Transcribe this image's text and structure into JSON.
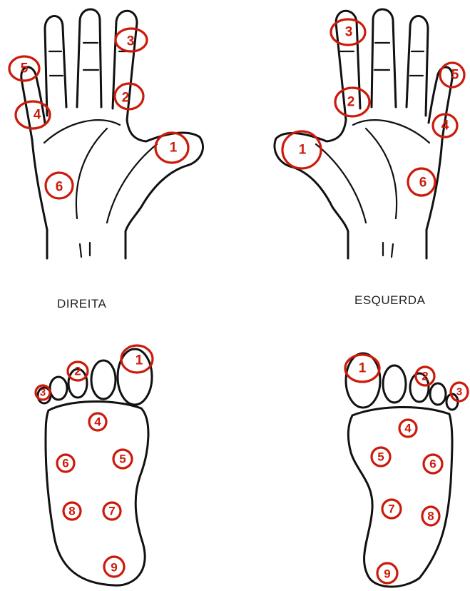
{
  "labels": {
    "right": "DIREITA",
    "left": "ESQUERDA"
  },
  "colors": {
    "marker": "#cc1a0a",
    "outline": "#111111"
  },
  "hands": {
    "right": [
      "1",
      "2",
      "3",
      "4",
      "5",
      "6"
    ],
    "left": [
      "1",
      "2",
      "3",
      "4",
      "5",
      "6"
    ]
  },
  "feet": {
    "right": [
      "1",
      "2",
      "3",
      "4",
      "5",
      "6",
      "7",
      "8",
      "9"
    ],
    "left": [
      "1",
      "2",
      "3",
      "4",
      "5",
      "6",
      "7",
      "8",
      "9"
    ]
  }
}
